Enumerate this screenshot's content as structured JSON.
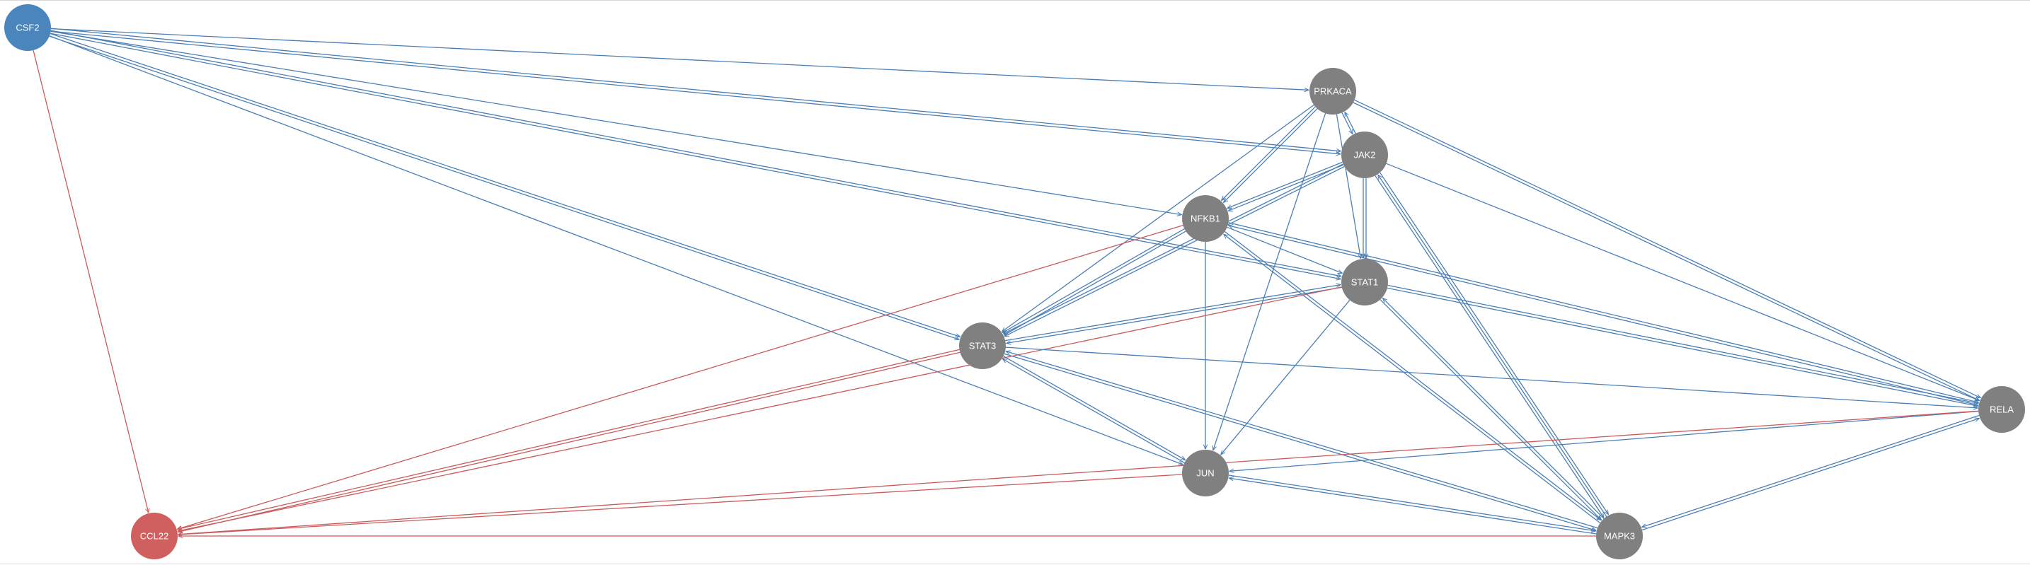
{
  "colors": {
    "activation": "#4a7fb5",
    "inhibition": "#cc5a5a",
    "source_node": "#4a85bc",
    "target_node": "#d06060",
    "intermediate_node": "#808080",
    "label": "#ffffff"
  },
  "nodes": [
    {
      "id": "CSF2",
      "label": "CSF2",
      "role": "source"
    },
    {
      "id": "PRKACA",
      "label": "PRKACA",
      "role": "intermediate"
    },
    {
      "id": "JAK2",
      "label": "JAK2",
      "role": "intermediate"
    },
    {
      "id": "NFKB1",
      "label": "NFKB1",
      "role": "intermediate"
    },
    {
      "id": "STAT1",
      "label": "STAT1",
      "role": "intermediate"
    },
    {
      "id": "STAT3",
      "label": "STAT3",
      "role": "intermediate"
    },
    {
      "id": "RELA",
      "label": "RELA",
      "role": "intermediate"
    },
    {
      "id": "JUN",
      "label": "JUN",
      "role": "intermediate"
    },
    {
      "id": "MAPK3",
      "label": "MAPK3",
      "role": "intermediate"
    },
    {
      "id": "CCL22",
      "label": "CCL22",
      "role": "target"
    }
  ],
  "edges": [
    {
      "source": "CSF2",
      "target": "PRKACA",
      "type": "activation"
    },
    {
      "source": "CSF2",
      "target": "JAK2",
      "type": "activation"
    },
    {
      "source": "CSF2",
      "target": "JAK2",
      "type": "activation"
    },
    {
      "source": "CSF2",
      "target": "NFKB1",
      "type": "activation"
    },
    {
      "source": "CSF2",
      "target": "STAT1",
      "type": "activation"
    },
    {
      "source": "CSF2",
      "target": "STAT1",
      "type": "activation"
    },
    {
      "source": "CSF2",
      "target": "STAT3",
      "type": "activation"
    },
    {
      "source": "CSF2",
      "target": "STAT3",
      "type": "activation"
    },
    {
      "source": "CSF2",
      "target": "JUN",
      "type": "activation"
    },
    {
      "source": "CSF2",
      "target": "CCL22",
      "type": "inhibition"
    },
    {
      "source": "PRKACA",
      "target": "JAK2",
      "type": "activation"
    },
    {
      "source": "JAK2",
      "target": "PRKACA",
      "type": "activation"
    },
    {
      "source": "PRKACA",
      "target": "NFKB1",
      "type": "activation"
    },
    {
      "source": "PRKACA",
      "target": "NFKB1",
      "type": "activation"
    },
    {
      "source": "PRKACA",
      "target": "STAT1",
      "type": "activation"
    },
    {
      "source": "PRKACA",
      "target": "STAT3",
      "type": "activation"
    },
    {
      "source": "PRKACA",
      "target": "JUN",
      "type": "activation"
    },
    {
      "source": "PRKACA",
      "target": "RELA",
      "type": "activation"
    },
    {
      "source": "PRKACA",
      "target": "RELA",
      "type": "activation"
    },
    {
      "source": "JAK2",
      "target": "NFKB1",
      "type": "activation"
    },
    {
      "source": "JAK2",
      "target": "NFKB1",
      "type": "activation"
    },
    {
      "source": "JAK2",
      "target": "STAT1",
      "type": "activation"
    },
    {
      "source": "JAK2",
      "target": "STAT1",
      "type": "activation"
    },
    {
      "source": "JAK2",
      "target": "STAT3",
      "type": "activation"
    },
    {
      "source": "JAK2",
      "target": "STAT3",
      "type": "activation"
    },
    {
      "source": "JAK2",
      "target": "RELA",
      "type": "activation"
    },
    {
      "source": "JAK2",
      "target": "MAPK3",
      "type": "activation"
    },
    {
      "source": "MAPK3",
      "target": "JAK2",
      "type": "activation"
    },
    {
      "source": "JAK2",
      "target": "MAPK3",
      "type": "activation"
    },
    {
      "source": "NFKB1",
      "target": "STAT1",
      "type": "activation"
    },
    {
      "source": "NFKB1",
      "target": "STAT3",
      "type": "activation"
    },
    {
      "source": "NFKB1",
      "target": "STAT3",
      "type": "activation"
    },
    {
      "source": "NFKB1",
      "target": "JUN",
      "type": "activation"
    },
    {
      "source": "NFKB1",
      "target": "RELA",
      "type": "activation"
    },
    {
      "source": "RELA",
      "target": "NFKB1",
      "type": "activation"
    },
    {
      "source": "NFKB1",
      "target": "CCL22",
      "type": "inhibition"
    },
    {
      "source": "MAPK3",
      "target": "NFKB1",
      "type": "activation"
    },
    {
      "source": "NFKB1",
      "target": "MAPK3",
      "type": "activation"
    },
    {
      "source": "STAT1",
      "target": "STAT3",
      "type": "activation"
    },
    {
      "source": "STAT3",
      "target": "STAT1",
      "type": "activation"
    },
    {
      "source": "STAT1",
      "target": "RELA",
      "type": "activation"
    },
    {
      "source": "STAT1",
      "target": "RELA",
      "type": "activation"
    },
    {
      "source": "STAT1",
      "target": "JUN",
      "type": "activation"
    },
    {
      "source": "STAT1",
      "target": "MAPK3",
      "type": "activation"
    },
    {
      "source": "MAPK3",
      "target": "STAT1",
      "type": "activation"
    },
    {
      "source": "STAT1",
      "target": "CCL22",
      "type": "inhibition"
    },
    {
      "source": "STAT3",
      "target": "RELA",
      "type": "activation"
    },
    {
      "source": "STAT3",
      "target": "MAPK3",
      "type": "activation"
    },
    {
      "source": "MAPK3",
      "target": "STAT3",
      "type": "activation"
    },
    {
      "source": "JUN",
      "target": "STAT3",
      "type": "activation"
    },
    {
      "source": "STAT3",
      "target": "JUN",
      "type": "activation"
    },
    {
      "source": "STAT3",
      "target": "CCL22",
      "type": "inhibition"
    },
    {
      "source": "STAT3",
      "target": "CCL22",
      "type": "inhibition"
    },
    {
      "source": "RELA",
      "target": "JUN",
      "type": "activation"
    },
    {
      "source": "RELA",
      "target": "MAPK3",
      "type": "activation"
    },
    {
      "source": "MAPK3",
      "target": "RELA",
      "type": "activation"
    },
    {
      "source": "RELA",
      "target": "CCL22",
      "type": "inhibition"
    },
    {
      "source": "JUN",
      "target": "MAPK3",
      "type": "activation"
    },
    {
      "source": "MAPK3",
      "target": "JUN",
      "type": "activation"
    },
    {
      "source": "JUN",
      "target": "CCL22",
      "type": "inhibition"
    },
    {
      "source": "MAPK3",
      "target": "CCL22",
      "type": "inhibition"
    }
  ]
}
